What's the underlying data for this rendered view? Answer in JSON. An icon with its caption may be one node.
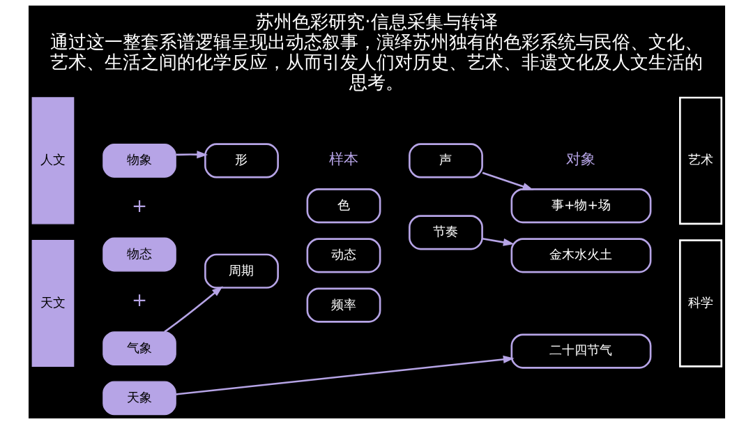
{
  "diagram": {
    "title": "苏州色彩研究·信息采集与转译",
    "caption": "通过这一整套系谱逻辑呈现出动态叙事，演绎苏州独有的色彩系统与民俗、文化、艺术、生活之间的化学反应，从而引发人们对历史、艺术、非遗文化及人文生活的思考。",
    "nodes": [
      {
        "text": [
          "人文"
        ]
      },
      {
        "text": [
          "天文"
        ]
      },
      {
        "text": [
          "物象"
        ]
      },
      {
        "text": [
          "物态"
        ]
      },
      {
        "text": [
          "气象"
        ]
      },
      {
        "text": [
          "天象"
        ]
      },
      {
        "text": [
          "形"
        ]
      },
      {
        "text": [
          "色"
        ]
      },
      {
        "text": [
          "声"
        ]
      },
      {
        "text": [
          "动态"
        ]
      },
      {
        "text": [
          "周期"
        ]
      },
      {
        "text": [
          "频率"
        ]
      },
      {
        "text": [
          "节奏"
        ]
      },
      {
        "text": [
          "事+物+场"
        ]
      },
      {
        "text": [
          "金木水火土"
        ]
      },
      {
        "text": [
          "二十四节气"
        ]
      },
      {
        "text": [
          "艺术"
        ]
      },
      {
        "text": [
          "科学"
        ]
      }
    ],
    "edges": [
      {
        "from": 2,
        "to": 6,
        "arrow": "to"
      },
      {
        "from": 8,
        "to": 13,
        "arrow": "to"
      },
      {
        "from": 4,
        "to": 10,
        "arrow": "to"
      },
      {
        "from": 12,
        "to": 14,
        "arrow": "to"
      },
      {
        "from": 5,
        "to": 15,
        "arrow": "to"
      }
    ],
    "labels": [
      "样本",
      "对象",
      "+",
      "+"
    ]
  }
}
